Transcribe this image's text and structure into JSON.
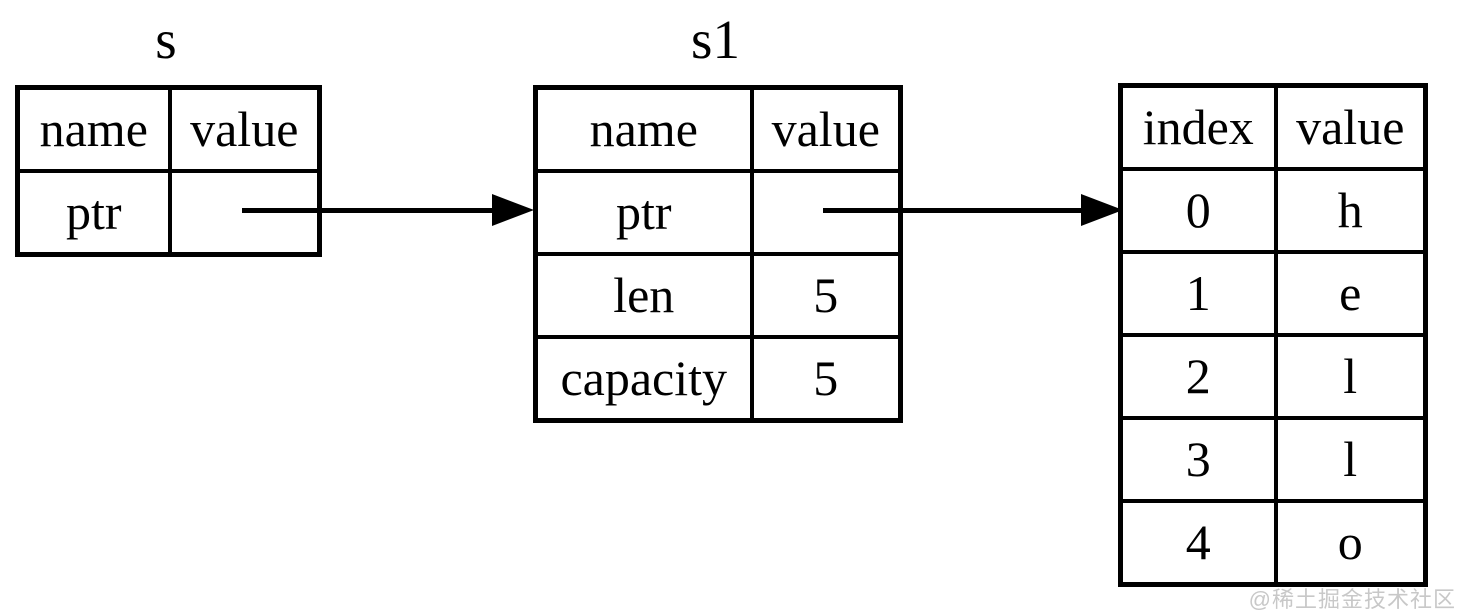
{
  "diagram": {
    "description": "Rust String memory layout: reference s points to String s1, whose ptr points to heap buffer holding hello",
    "colors": {
      "background": "#ffffff",
      "line": "#000000",
      "text": "#000000",
      "watermark": "#c8c8c8"
    },
    "tables": [
      {
        "name": "s",
        "title": "s",
        "headers": [
          "name",
          "value"
        ],
        "rows": [
          [
            "ptr",
            ""
          ]
        ]
      },
      {
        "name": "s1",
        "title": "s1",
        "headers": [
          "name",
          "value"
        ],
        "rows": [
          [
            "ptr",
            ""
          ],
          [
            "len",
            "5"
          ],
          [
            "capacity",
            "5"
          ]
        ]
      },
      {
        "name": "heap-buffer",
        "title": "",
        "headers": [
          "index",
          "value"
        ],
        "rows": [
          [
            "0",
            "h"
          ],
          [
            "1",
            "e"
          ],
          [
            "2",
            "l"
          ],
          [
            "3",
            "l"
          ],
          [
            "4",
            "o"
          ]
        ]
      }
    ],
    "arrows": [
      {
        "from": "s.ptr.value",
        "to": "s1.ptr.row"
      },
      {
        "from": "s1.ptr.value",
        "to": "heap-buffer.row-0"
      }
    ],
    "watermark": "@稀土掘金技术社区"
  }
}
